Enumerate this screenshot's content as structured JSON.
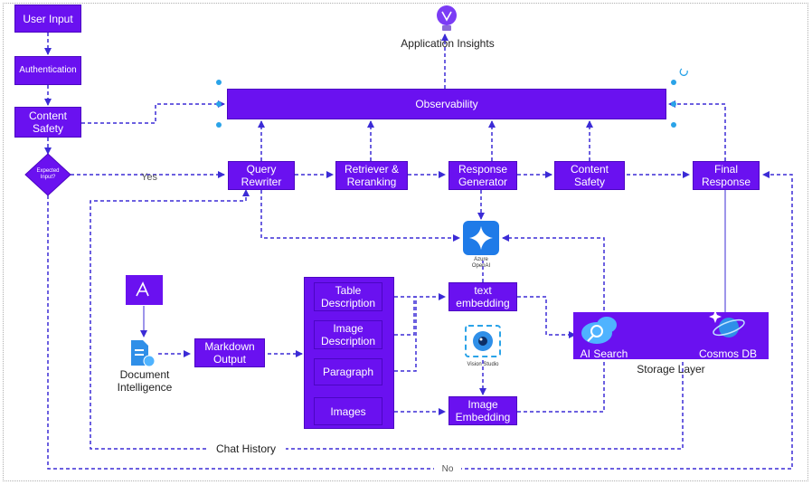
{
  "nodes": {
    "user_input": "User Input",
    "authentication": "Authentication",
    "content_safety_top": "Content\nSafety",
    "expected_input": "Expected\nInput?",
    "observability": "Observability",
    "app_insights": "Application Insights",
    "query_rewriter": "Query\nRewriter",
    "retriever": "Retriever &\nReranking",
    "response_generator": "Response\nGenerator",
    "content_safety": "Content\nSafety",
    "final_response": "Final\nResponse",
    "azure_openai": "Azure\nOpenAI",
    "text_embedding": "text\nembedding",
    "vision_studio": "Vision Studio",
    "image_embedding": "Image\nEmbedding",
    "table_description": "Table\nDescription",
    "image_description": "Image\nDescription",
    "paragraph": "Paragraph",
    "images": "Images",
    "markdown_output": "Markdown\nOutput",
    "document_intelligence": "Document\nIntelligence",
    "ai_search": "AI Search",
    "cosmos_db": "Cosmos DB",
    "storage_layer": "Storage Layer"
  },
  "edge_labels": {
    "yes": "Yes",
    "no": "No",
    "chat_history": "Chat History"
  },
  "colors": {
    "node_fill": "#6a11f0",
    "edge": "#3b2bd6",
    "handle": "#2aa3e8"
  },
  "icons": [
    "lightbulb-icon",
    "pdf-icon",
    "document-intelligence-icon",
    "azure-openai-icon",
    "vision-studio-icon",
    "ai-search-cloud-icon",
    "cosmos-db-icon"
  ]
}
